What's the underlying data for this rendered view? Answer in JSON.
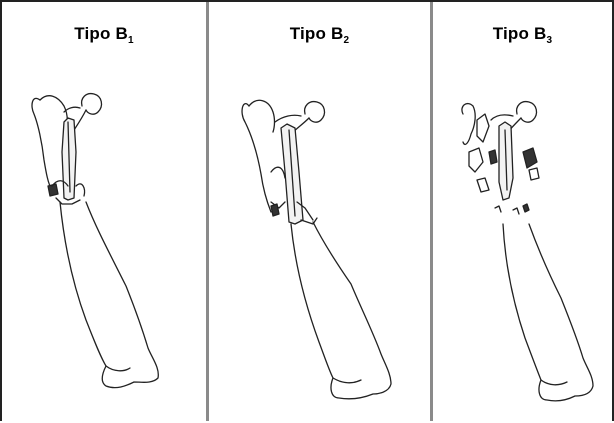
{
  "panels": [
    {
      "title": "Tipo B",
      "subscript": "1"
    },
    {
      "title": "Tipo B",
      "subscript": "2"
    },
    {
      "title": "Tipo B",
      "subscript": "3"
    }
  ]
}
